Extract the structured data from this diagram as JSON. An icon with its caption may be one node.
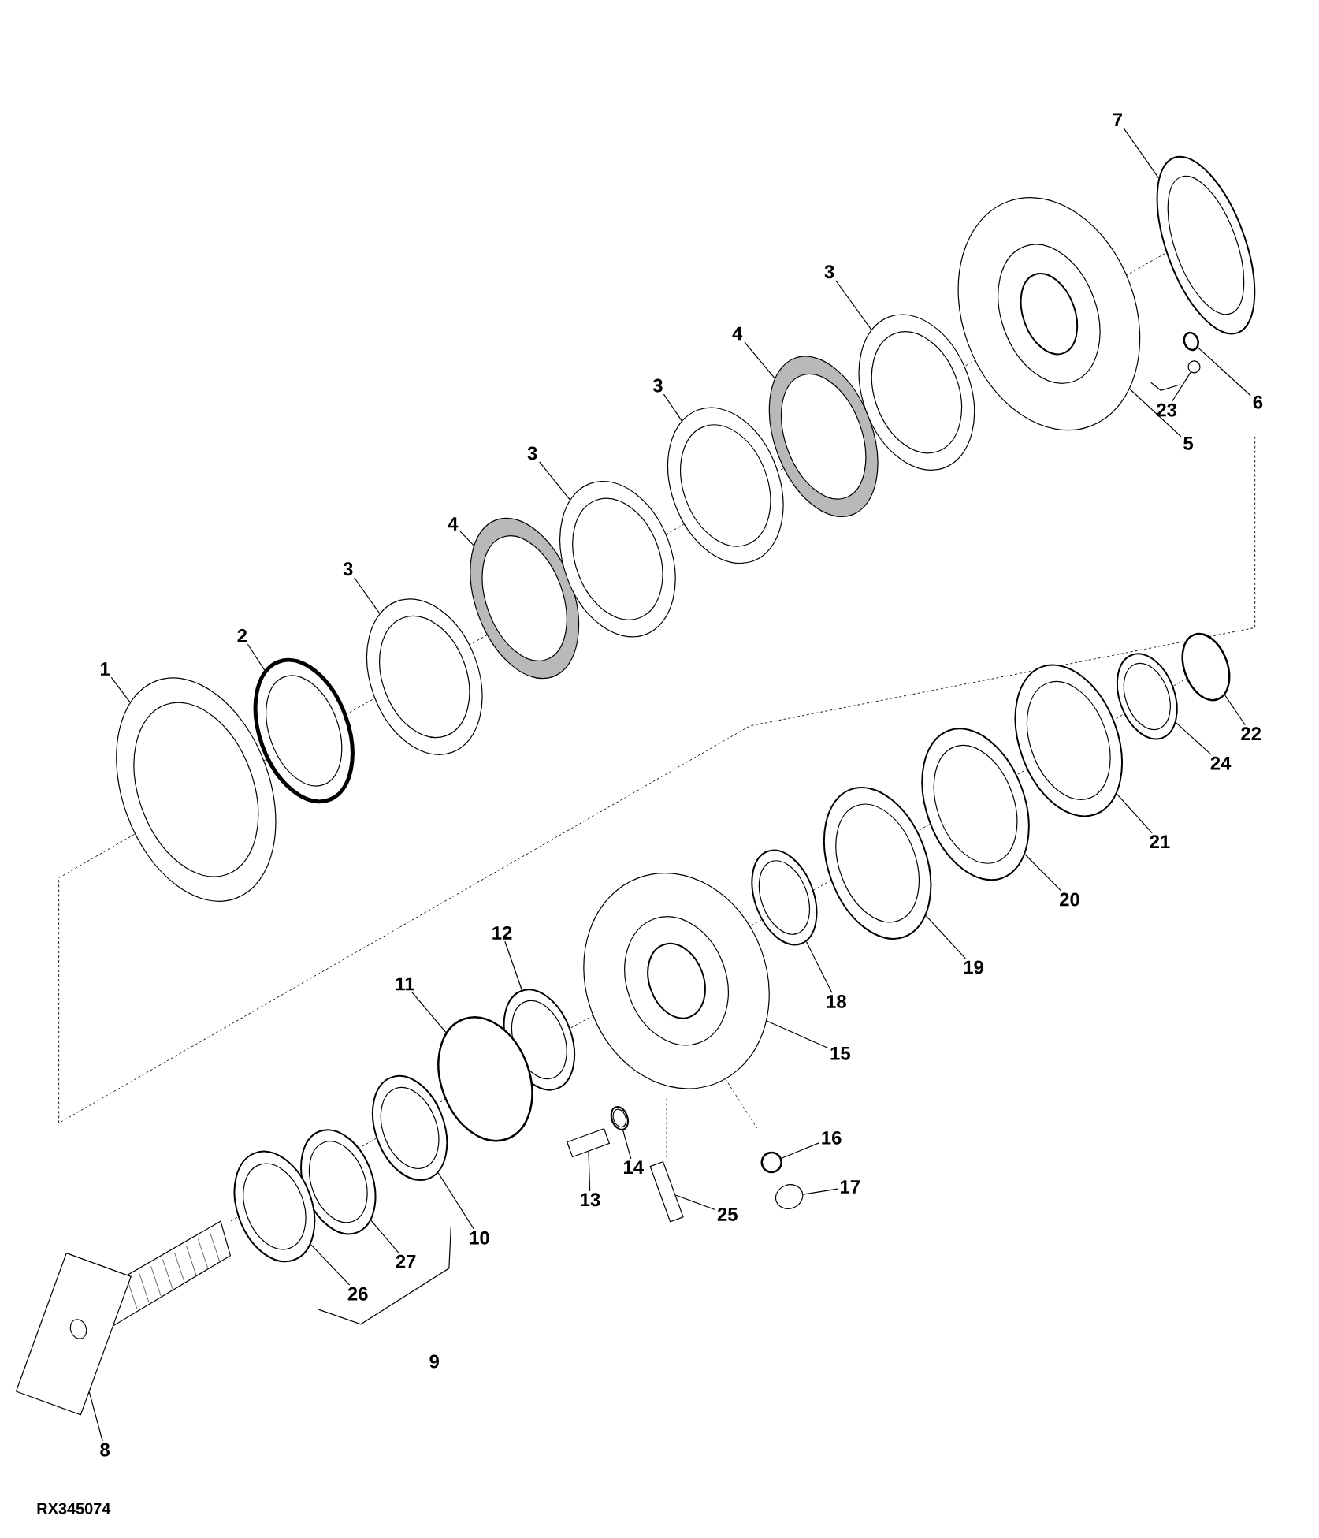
{
  "diagram": {
    "nodes": [
      {
        "text": [
          "1"
        ]
      },
      {
        "text": [],
        "shape": "picture"
      },
      {
        "text": [
          "2"
        ]
      },
      {
        "text": [],
        "shape": "picture"
      },
      {
        "text": [
          "3"
        ]
      },
      {
        "text": [],
        "shape": "picture"
      },
      {
        "text": [
          "4"
        ]
      },
      {
        "text": [],
        "shape": "picture"
      },
      {
        "text": [
          "3"
        ]
      },
      {
        "text": [],
        "shape": "picture"
      },
      {
        "text": [
          "3"
        ]
      },
      {
        "text": [],
        "shape": "picture"
      },
      {
        "text": [
          "4"
        ]
      },
      {
        "text": [],
        "shape": "picture"
      },
      {
        "text": [
          "3"
        ]
      },
      {
        "text": [],
        "shape": "picture"
      },
      {
        "text": [
          "7"
        ]
      },
      {
        "text": [],
        "shape": "picture"
      },
      {
        "text": [
          "5"
        ]
      },
      {
        "text": [],
        "shape": "picture"
      },
      {
        "text": [
          "23"
        ]
      },
      {
        "text": [],
        "shape": "circle"
      },
      {
        "text": [
          "6"
        ]
      },
      {
        "text": [],
        "shape": "circle"
      },
      {
        "text": [
          "22"
        ]
      },
      {
        "text": [],
        "shape": "circle"
      },
      {
        "text": [
          "24"
        ]
      },
      {
        "text": [],
        "shape": "picture"
      },
      {
        "text": [
          "21"
        ]
      },
      {
        "text": [],
        "shape": "picture"
      },
      {
        "text": [
          "20"
        ]
      },
      {
        "text": [],
        "shape": "picture"
      },
      {
        "text": [
          "19"
        ]
      },
      {
        "text": [],
        "shape": "picture"
      },
      {
        "text": [
          "18"
        ]
      },
      {
        "text": [],
        "shape": "picture"
      },
      {
        "text": [
          "15"
        ]
      },
      {
        "text": [],
        "shape": "picture"
      },
      {
        "text": [
          "16"
        ]
      },
      {
        "text": [],
        "shape": "circle"
      },
      {
        "text": [
          "17"
        ]
      },
      {
        "text": [],
        "shape": "circle"
      },
      {
        "text": [
          "25"
        ]
      },
      {
        "text": [],
        "shape": "box"
      },
      {
        "text": [
          "14"
        ]
      },
      {
        "text": [],
        "shape": "picture"
      },
      {
        "text": [
          "13"
        ]
      },
      {
        "text": [],
        "shape": "box"
      },
      {
        "text": [
          "12"
        ]
      },
      {
        "text": [],
        "shape": "picture"
      },
      {
        "text": [
          "11"
        ]
      },
      {
        "text": [],
        "shape": "circle"
      },
      {
        "text": [
          "10"
        ]
      },
      {
        "text": [],
        "shape": "picture"
      },
      {
        "text": [
          "27"
        ]
      },
      {
        "text": [],
        "shape": "picture"
      },
      {
        "text": [
          "26"
        ]
      },
      {
        "text": [],
        "shape": "picture"
      },
      {
        "text": [
          "8"
        ]
      },
      {
        "text": [],
        "shape": "picture"
      }
    ],
    "edges": [
      {
        "from": 0,
        "to": 1,
        "arrow": "none"
      },
      {
        "from": 2,
        "to": 3,
        "arrow": "none"
      },
      {
        "from": 4,
        "to": 5,
        "arrow": "none"
      },
      {
        "from": 6,
        "to": 7,
        "arrow": "none"
      },
      {
        "from": 8,
        "to": 9,
        "arrow": "none"
      },
      {
        "from": 10,
        "to": 11,
        "arrow": "none"
      },
      {
        "from": 12,
        "to": 13,
        "arrow": "none"
      },
      {
        "from": 14,
        "to": 15,
        "arrow": "none"
      },
      {
        "from": 16,
        "to": 17,
        "arrow": "none"
      },
      {
        "from": 18,
        "to": 19,
        "arrow": "none"
      },
      {
        "from": 20,
        "to": 21,
        "arrow": "none"
      },
      {
        "from": 22,
        "to": 23,
        "arrow": "none"
      },
      {
        "from": 24,
        "to": 25,
        "arrow": "none"
      },
      {
        "from": 26,
        "to": 27,
        "arrow": "none"
      },
      {
        "from": 28,
        "to": 29,
        "arrow": "none"
      },
      {
        "from": 30,
        "to": 31,
        "arrow": "none"
      },
      {
        "from": 32,
        "to": 33,
        "arrow": "none"
      },
      {
        "from": 34,
        "to": 35,
        "arrow": "none"
      },
      {
        "from": 36,
        "to": 37,
        "arrow": "none"
      },
      {
        "from": 38,
        "to": 39,
        "arrow": "none"
      },
      {
        "from": 40,
        "to": 41,
        "arrow": "none"
      },
      {
        "from": 42,
        "to": 43,
        "arrow": "none"
      },
      {
        "from": 44,
        "to": 45,
        "arrow": "none"
      },
      {
        "from": 46,
        "to": 47,
        "arrow": "none"
      },
      {
        "from": 48,
        "to": 49,
        "arrow": "none"
      },
      {
        "from": 50,
        "to": 51,
        "arrow": "none"
      },
      {
        "from": 52,
        "to": 53,
        "arrow": "none"
      },
      {
        "from": 54,
        "to": 55,
        "arrow": "none"
      },
      {
        "from": 56,
        "to": 57,
        "arrow": "none"
      },
      {
        "from": 58,
        "to": 59,
        "arrow": "none"
      }
    ],
    "labels": [
      "9",
      "RX345074"
    ]
  }
}
